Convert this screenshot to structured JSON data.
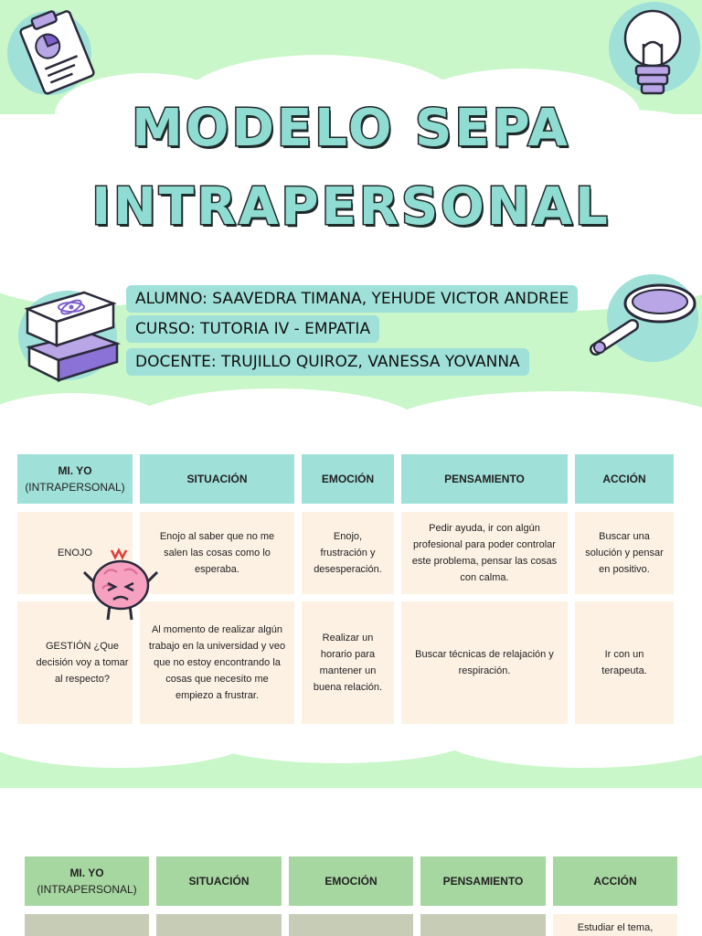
{
  "title": {
    "line1": "MODELO SEPA",
    "line2": "INTRAPERSONAL"
  },
  "info": {
    "alumno": "ALUMNO: SAAVEDRA TIMANA, YEHUDE VICTOR ANDREE",
    "curso": "CURSO: TUTORIA IV - EMPATIA",
    "docente": "DOCENTE: TRUJILLO QUIROZ, VANESSA YOVANNA"
  },
  "table1": {
    "headers": {
      "miyo": "MI. YO",
      "miyo_sub": "(INTRAPERSONAL)",
      "situacion": "SITUACIÓN",
      "emocion": "EMOCIÓN",
      "pensamiento": "PENSAMIENTO",
      "accion": "ACCIÓN"
    },
    "rows": [
      {
        "miyo": "ENOJO",
        "situacion": "Enojo al saber que no me salen las cosas como lo esperaba.",
        "emocion": "Enojo, frustración y desesperación.",
        "pensamiento": "Pedir ayuda, ir con algún profesional para poder controlar este problema, pensar las cosas con calma.",
        "accion": "Buscar una solución y pensar en positivo."
      },
      {
        "miyo": "GESTIÓN ¿Que decisión voy a tomar al respecto?",
        "situacion": "Al momento de realizar algún trabajo en la universidad y veo que no estoy encontrando la cosas que necesito me empiezo a frustrar.",
        "emocion": "Realizar un horario para mantener un buena relación.",
        "pensamiento": "Buscar técnicas de relajación y respiración.",
        "accion": "Ir con un terapeuta."
      }
    ]
  },
  "table2": {
    "headers": {
      "miyo": "MI. YO",
      "miyo_sub": "(INTRAPERSONAL)",
      "situacion": "SITUACIÓN",
      "emocion": "EMOCIÓN",
      "pensamiento": "PENSAMIENTO",
      "accion": "ACCIÓN"
    },
    "row1_accion": "Estudiar el tema,"
  },
  "colors": {
    "page_bg": "#c9f7c9",
    "accent": "#9fe0d8",
    "cell_bg": "#fdf1e4",
    "header2": "#a6d7a0"
  },
  "icons": [
    "clipboard-chart-icon",
    "lightbulb-icon",
    "science-book-icon",
    "magnifier-icon",
    "angry-brain-icon"
  ]
}
